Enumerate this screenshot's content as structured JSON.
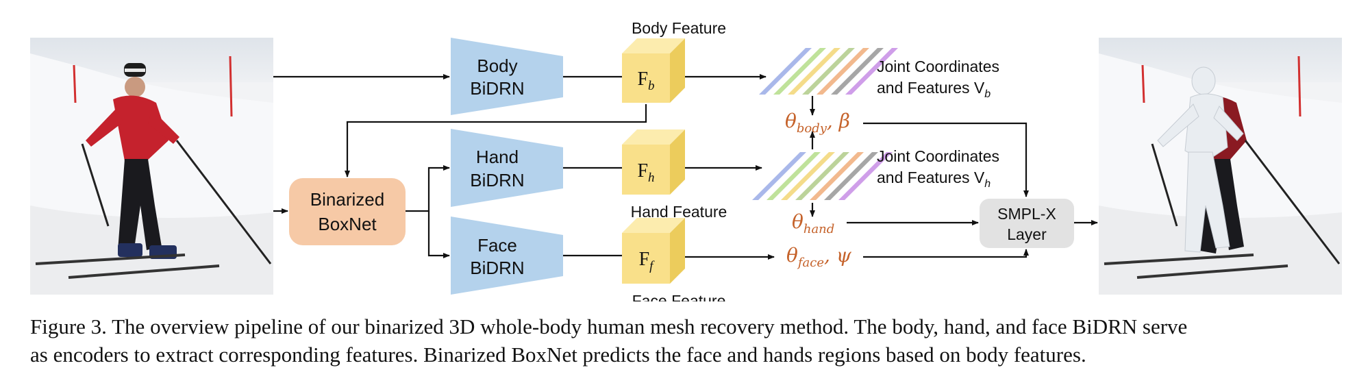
{
  "diagram": {
    "body_encoder": {
      "line1": "Body",
      "line2": "BiDRN"
    },
    "hand_encoder": {
      "line1": "Hand",
      "line2": "BiDRN"
    },
    "face_encoder": {
      "line1": "Face",
      "line2": "BiDRN"
    },
    "boxnet": {
      "line1": "Binarized",
      "line2": "BoxNet"
    },
    "body_feature": {
      "caption": "Body Feature",
      "symbol": "F",
      "subscript": "b"
    },
    "hand_feature": {
      "caption": "Hand Feature",
      "symbol": "F",
      "subscript": "h"
    },
    "face_feature": {
      "caption": "Face Feature",
      "symbol": "F",
      "subscript": "f"
    },
    "body_joints": {
      "line1": "Joint Coordinates",
      "line2": "and Features V",
      "subscript": "b"
    },
    "hand_joints": {
      "line1": "Joint Coordinates",
      "line2": "and Features V",
      "subscript": "h"
    },
    "theta_body": {
      "symbol": "θ",
      "subscript": "body",
      "suffix": ", β"
    },
    "theta_hand": {
      "symbol": "θ",
      "subscript": "hand"
    },
    "theta_face": {
      "symbol": "θ",
      "subscript": "face",
      "suffix": ", ψ"
    },
    "smplx": {
      "line1": "SMPL-X",
      "line2": "Layer"
    },
    "colors": {
      "encoder": "#b4d2ec",
      "boxnet": "#f6c9a6",
      "cube_front": "#f9e08a",
      "cube_top": "#fcecae",
      "cube_side": "#eccc5c",
      "smplx": "#e2e2e2",
      "theta": "#c5622a",
      "stripes": [
        "#a9b8ea",
        "#bfe29a",
        "#f4dc8a",
        "#bcd39a",
        "#f2b98e",
        "#a6a6a6",
        "#cf9ee9"
      ]
    }
  },
  "caption": {
    "line1": "Figure 3. The overview pipeline of our binarized 3D whole-body human mesh recovery method. The body, hand, and face BiDRN serve",
    "line2": "as encoders to extract corresponding features. Binarized BoxNet predicts the face and hands regions based on body features."
  }
}
